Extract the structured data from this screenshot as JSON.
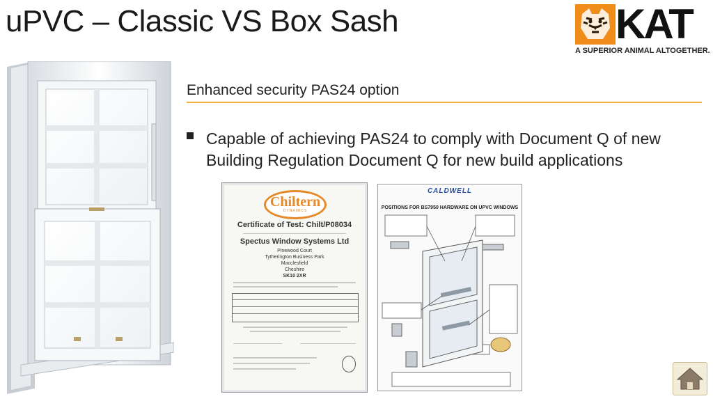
{
  "slide": {
    "title": "uPVC – Classic VS Box Sash",
    "subheading": "Enhanced security PAS24 option",
    "bullets": [
      "Capable of achieving PAS24 to comply with Document Q of new Building Regulation Document Q for new build applications"
    ]
  },
  "logo": {
    "word": "KAT",
    "tagline": "A SUPERIOR ANIMAL ALTOGETHER."
  },
  "certificate": {
    "brand": "Chiltern",
    "brand_sub": "DYNAMICS",
    "title": "Certificate of Test: Chilt/P08034",
    "company": "Spectus Window Systems Ltd",
    "address": [
      "Pinewood Court",
      "Tytherington Business Park",
      "Macclesfield",
      "Cheshire",
      "SK10 2XR"
    ]
  },
  "hardware_sheet": {
    "brand": "CALDWELL",
    "heading": "POSITIONS FOR BS7950 HARDWARE ON UPVC WINDOWS"
  },
  "icons": {
    "home": "home-icon",
    "logo_mark": "tiger-icon"
  },
  "colors": {
    "accent_rule": "#f0b23c",
    "logo_orange": "#f08c1a",
    "caldwell_blue": "#1f4fa8"
  }
}
